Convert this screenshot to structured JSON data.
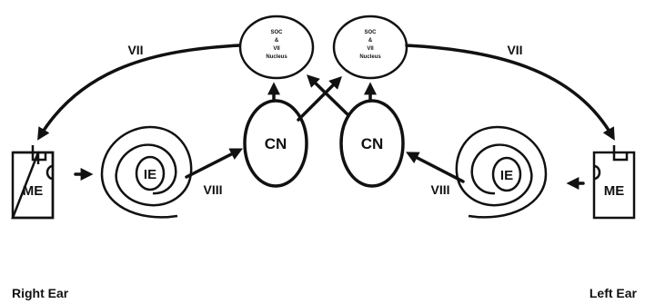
{
  "diagram": {
    "nuclei": {
      "line1": "SOC",
      "line2": "&",
      "line3": "VII",
      "line4": "Nucleus"
    },
    "cochlear_nucleus": "CN",
    "middle_ear": "ME",
    "inner_ear": "IE",
    "facial_nerve": "VII",
    "auditory_nerve": "VIII",
    "right_ear": "Right Ear",
    "left_ear": "Left Ear"
  }
}
